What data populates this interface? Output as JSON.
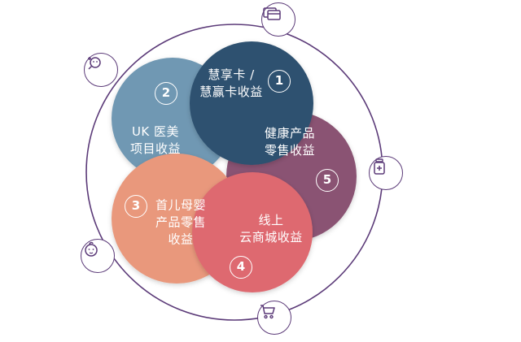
{
  "segments": [
    {
      "number": "1",
      "label": "慧享卡 /\n慧赢卡收益",
      "color": "#2e5170"
    },
    {
      "number": "2",
      "label": "UK 医美\n项目收益",
      "color": "#6f98b3"
    },
    {
      "number": "3",
      "label": "首儿母婴\n产品零售\n收益",
      "color": "#e9987b"
    },
    {
      "number": "4",
      "label": "线上\n云商城收益",
      "color": "#de6970"
    },
    {
      "number": "5",
      "label": "健康产品\n零售收益",
      "color": "#8a5373"
    }
  ],
  "icons": [
    {
      "name": "card-icon"
    },
    {
      "name": "beauty-treatment-icon"
    },
    {
      "name": "medicine-bottle-icon"
    },
    {
      "name": "baby-icon"
    },
    {
      "name": "shopping-cart-icon"
    }
  ],
  "colors": {
    "ring": "#5b3a78",
    "text": "#ffffff"
  }
}
